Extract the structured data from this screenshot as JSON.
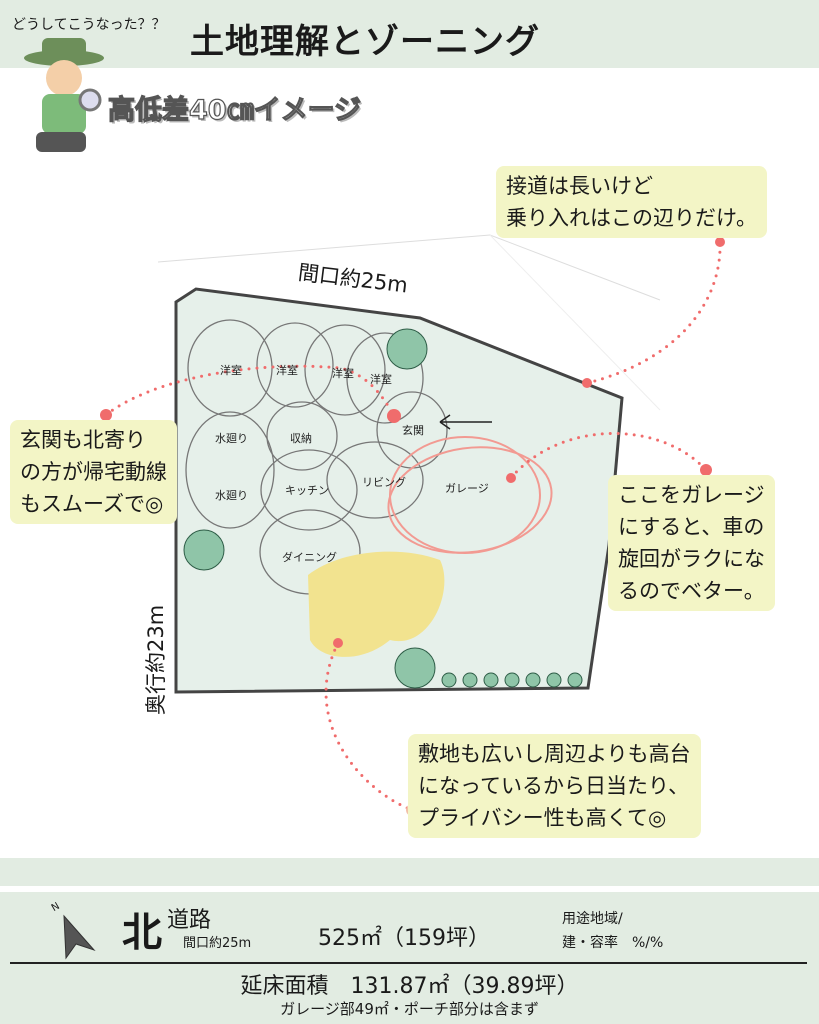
{
  "header": {
    "subtitle": "どうしてこうなった？？",
    "title": "土地理解とゾーニング"
  },
  "heading": "高低差40㎝イメージ",
  "plan": {
    "frontage_label": "間口約25m",
    "depth_label": "奥行約23m",
    "rooms": [
      "洋室",
      "洋室",
      "洋室",
      "洋室",
      "玄関",
      "水廻り",
      "収納",
      "水廻り",
      "キッチン",
      "リビング",
      "ガレージ",
      "ダイニング"
    ]
  },
  "callouts": {
    "access": [
      "接道は長いけど",
      "乗り入れはこの辺りだけ。"
    ],
    "entrance": [
      "玄関も北寄り",
      "の方が帰宅動線",
      "もスムーズで◎"
    ],
    "garage": [
      "ここをガレージ",
      "にすると、車の",
      "旋回がラクにな",
      "るのでベター。"
    ],
    "sun": [
      "敷地も広いし周辺よりも高台",
      "になっているから日当たり、",
      "プライバシー性も高くて◎"
    ]
  },
  "info": {
    "north_mark": "N",
    "direction": "北",
    "road": "道路",
    "frontage": "間口約25m",
    "area": "525㎡（159坪）",
    "zoning_label": "用途地域/",
    "ratio_label": "建・容率　%/%",
    "floor_area": "延床面積　131.87㎡（39.89坪）",
    "note": "ガレージ部49㎡・ポーチ部分は含まず"
  },
  "colors": {
    "accent": "#f06c6c",
    "panel": "#e2ece2",
    "callout": "#f3f5c6",
    "lot": "#e6f0ea",
    "tree": "#8fc5a8",
    "sun": "#f2e38f"
  }
}
